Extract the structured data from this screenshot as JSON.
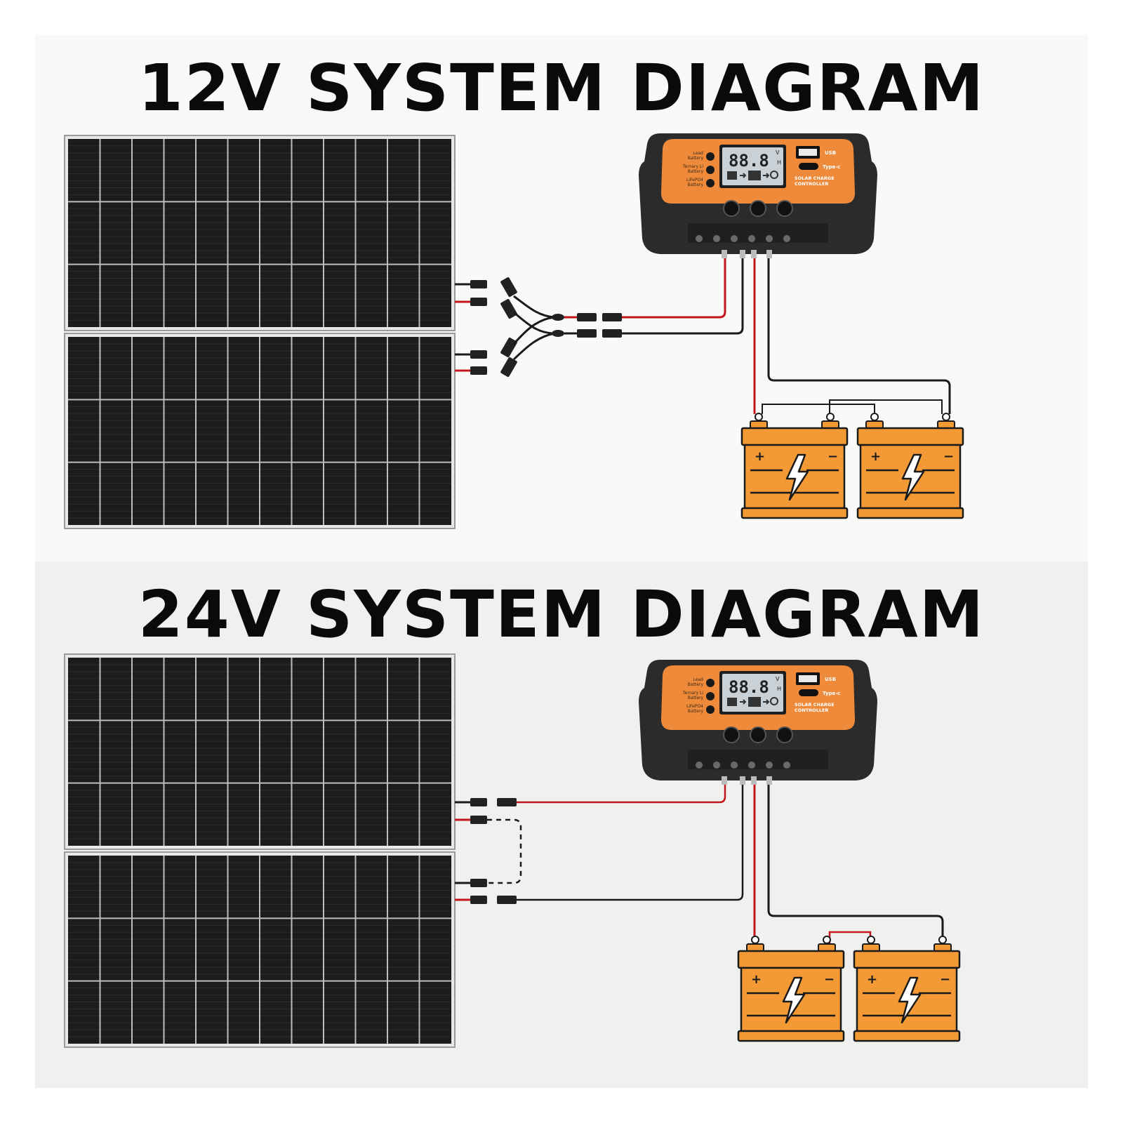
{
  "diagrams": [
    {
      "title": "12V SYSTEM DIAGRAM",
      "controller": {
        "display": "88.8",
        "unit_v": "V",
        "unit_h": "H",
        "battery_types": [
          "Lead Battery",
          "Ternary Li Battery",
          "LiFePO4 Battery"
        ],
        "usb_label": "USB",
        "typec_label": "Type-c",
        "label_line1": "SOLAR CHARGE",
        "label_line2": "CONTROLLER"
      },
      "battery_symbols": {
        "plus": "+",
        "minus": "−"
      }
    },
    {
      "title": "24V SYSTEM DIAGRAM",
      "controller": {
        "display": "88.8",
        "unit_v": "V",
        "unit_h": "H",
        "battery_types": [
          "Lead Battery",
          "Ternary Li Battery",
          "LiFePO4 Battery"
        ],
        "usb_label": "USB",
        "typec_label": "Type-c",
        "label_line1": "SOLAR CHARGE",
        "label_line2": "CONTROLLER"
      },
      "battery_symbols": {
        "plus": "+",
        "minus": "−"
      }
    }
  ],
  "colors": {
    "controller_orange": "#ee8a3a",
    "controller_body": "#2b2b2b",
    "battery_orange": "#f39a36",
    "wire_red": "#c4161c",
    "wire_black": "#1a1a1a",
    "panel_cell": "#1c1c1c"
  }
}
